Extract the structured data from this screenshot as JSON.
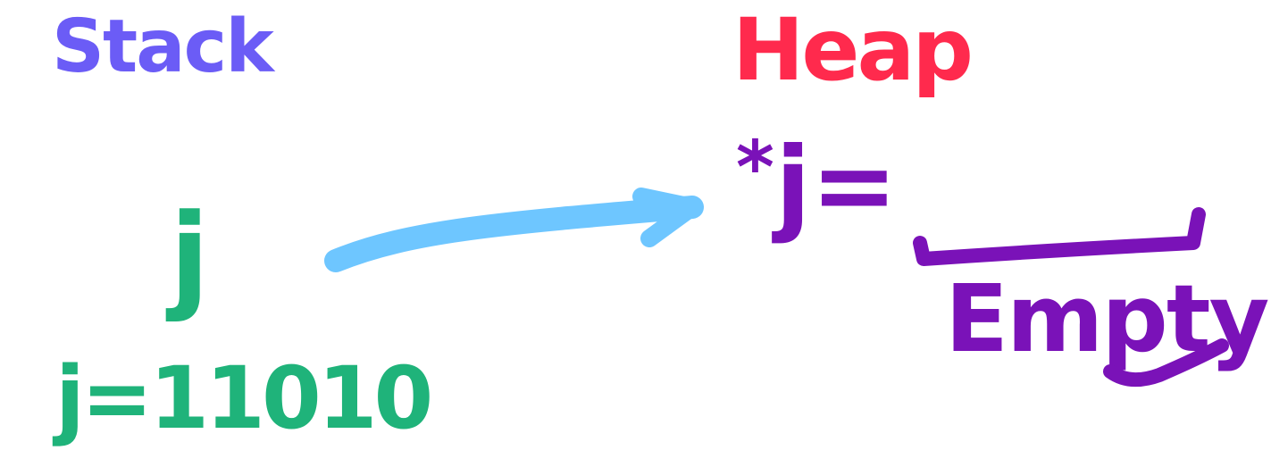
{
  "stack": {
    "title": "Stack",
    "variable": "j",
    "value_label": "j=11010"
  },
  "heap": {
    "title": "Heap",
    "star": "*",
    "expression": "j=",
    "empty_label": "Empty"
  },
  "colors": {
    "stack_title": "#6b5cf6",
    "heap_title": "#ff2a4d",
    "stack_text": "#1fb37a",
    "heap_text": "#7a12b8",
    "arrow": "#6ec6ff"
  },
  "icons": {
    "pointer_arrow": "arrow-right-icon"
  }
}
